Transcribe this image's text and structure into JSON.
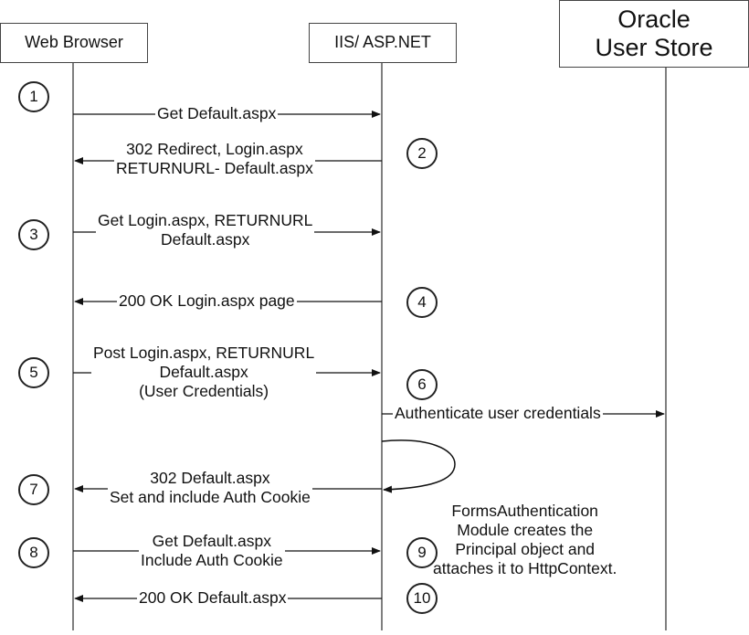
{
  "participants": {
    "browser": "Web Browser",
    "server": "IIS/ ASP.NET",
    "store_line1": "Oracle",
    "store_line2": "User Store"
  },
  "messages": {
    "m1": "Get Default.aspx",
    "m2a": "302 Redirect, Login.aspx",
    "m2b": "RETURNURL- Default.aspx",
    "m3a": "Get Login.aspx, RETURNURL",
    "m3b": "Default.aspx",
    "m4": "200 OK Login.aspx page",
    "m5a": "Post Login.aspx, RETURNURL",
    "m5b": "Default.aspx",
    "m5c": "(User Credentials)",
    "m6": "Authenticate user credentials",
    "m7a": "302 Default.aspx",
    "m7b": "Set and include Auth Cookie",
    "m8a": "Get Default.aspx",
    "m8b": "Include Auth Cookie",
    "m10": "200 OK Default.aspx"
  },
  "note": {
    "l1": "FormsAuthentication",
    "l2": "Module creates the",
    "l3": "Principal object and",
    "l4": "attaches it to HttpContext."
  },
  "steps": [
    "1",
    "2",
    "3",
    "4",
    "5",
    "6",
    "7",
    "8",
    "9",
    "10"
  ]
}
